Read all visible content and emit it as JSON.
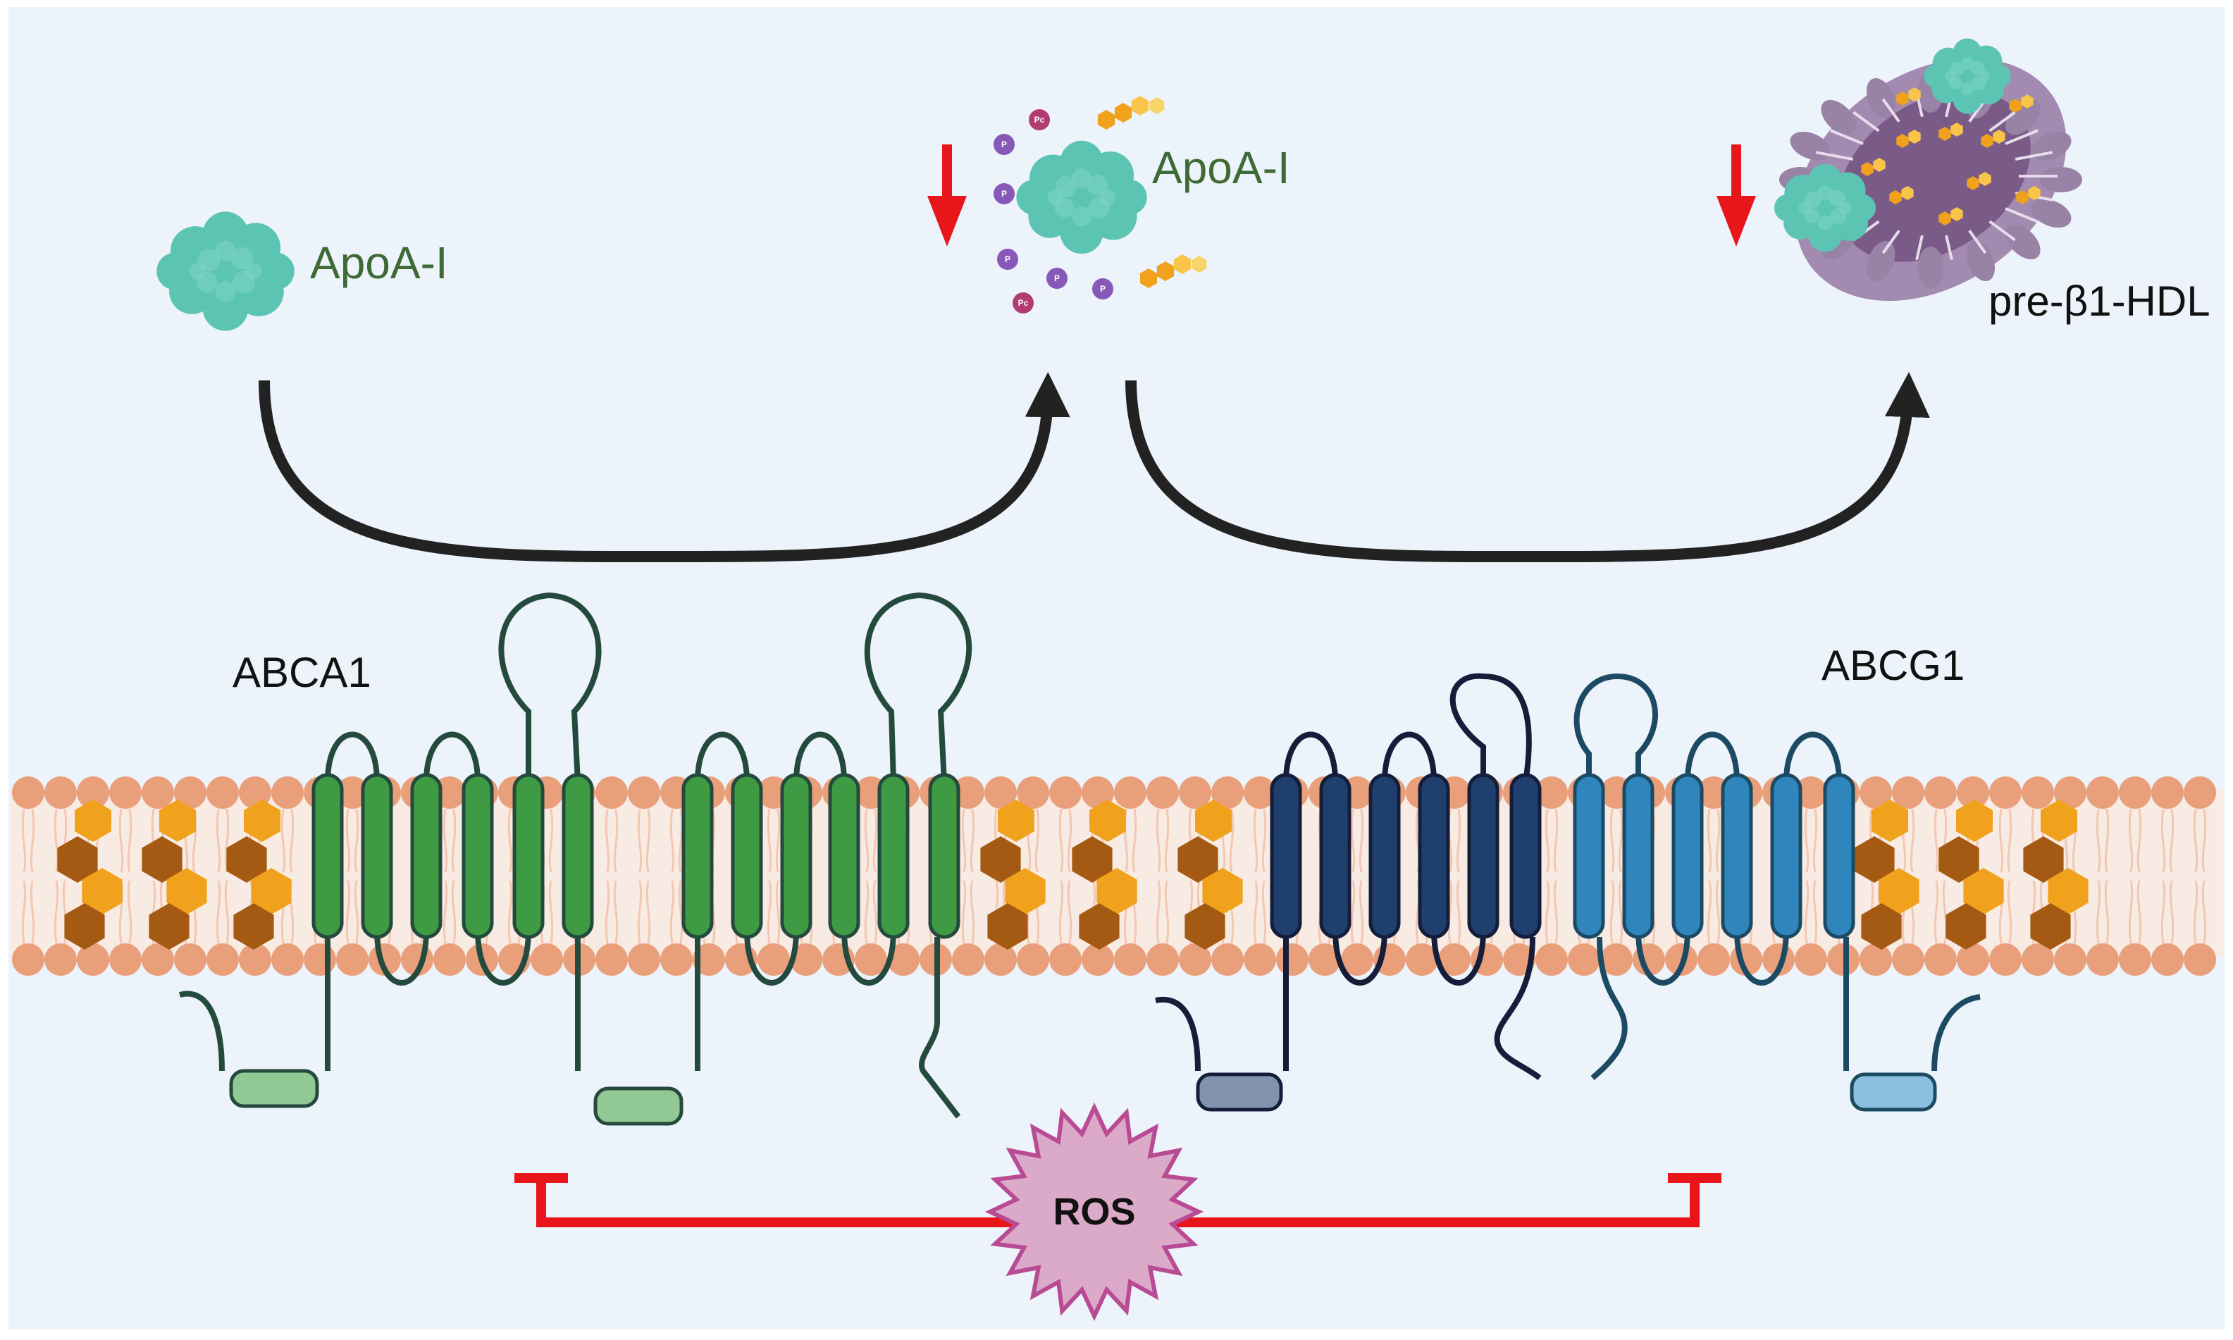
{
  "labels": {
    "apoa1_left": "ApoA-I",
    "apoa1_center": "ApoA-I",
    "pre_beta_hdl": "pre-β1-HDL",
    "abca1": "ABCA1",
    "abcg1": "ABCG1",
    "ros": "ROS",
    "phospholipid_p": "P",
    "phospholipid_pc": "Pc"
  },
  "colors": {
    "background": "#ecf3fb",
    "apoa1": "#5bc4b2",
    "arrow": "#222222",
    "inhibit": "#e8161b",
    "membrane_head": "#e9a07a",
    "abca1": "#3f9b43",
    "abcg1_dark": "#1f3f6e",
    "abcg1_light": "#2f86bd",
    "cholesterol_light": "#f0a21c",
    "cholesterol_dark": "#a45a12",
    "ros_fill": "#dcaac9",
    "ros_stroke": "#b84b93",
    "hdl_core": "#7a5a86"
  },
  "icons": [
    "apoa1-protein-icon",
    "phospholipid-icon",
    "cholesterol-icon",
    "hdl-particle-icon",
    "ros-starburst-icon",
    "down-arrow-icon",
    "inhibition-bar-icon"
  ]
}
